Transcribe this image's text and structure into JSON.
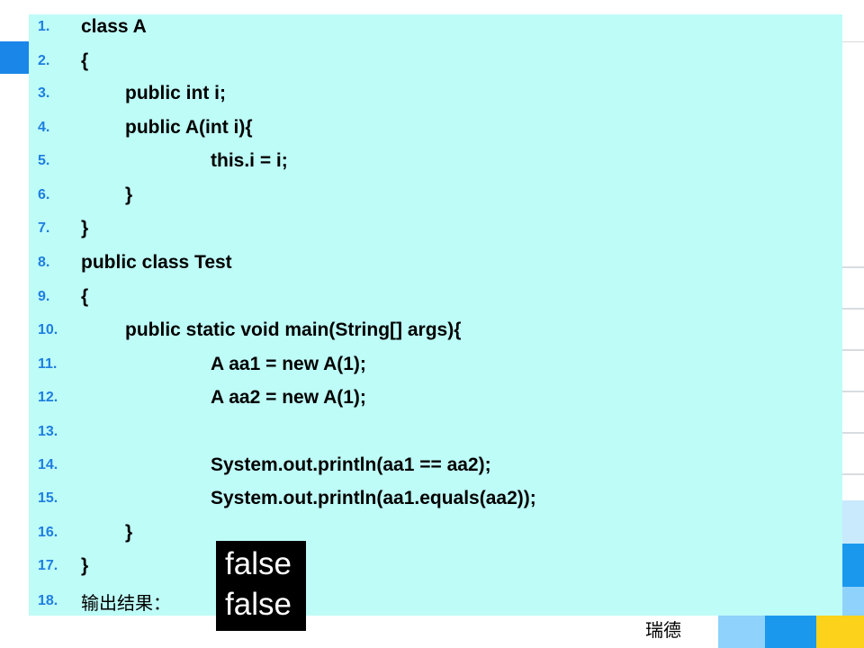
{
  "code": {
    "lines": [
      {
        "num": "1.",
        "text": "class A"
      },
      {
        "num": "2.",
        "text": "{"
      },
      {
        "num": "3.",
        "text": "public int i;"
      },
      {
        "num": "4.",
        "text": "public A(int i){"
      },
      {
        "num": "5.",
        "text": "this.i = i;"
      },
      {
        "num": "6.",
        "text": "}"
      },
      {
        "num": "7.",
        "text": "}"
      },
      {
        "num": "8.",
        "text": "public class Test"
      },
      {
        "num": "9.",
        "text": "{"
      },
      {
        "num": "10.",
        "text": "public static void main(String[] args){"
      },
      {
        "num": "11.",
        "text": "A aa1 = new A(1);"
      },
      {
        "num": "12.",
        "text": "A aa2 = new A(1);"
      },
      {
        "num": "13.",
        "text": ""
      },
      {
        "num": "14.",
        "text": "System.out.println(aa1 == aa2);"
      },
      {
        "num": "15.",
        "text": "System.out.println(aa1.equals(aa2));"
      },
      {
        "num": "16.",
        "text": "}"
      },
      {
        "num": "17.",
        "text": "}"
      },
      {
        "num": "18.",
        "text": "输出结果："
      }
    ]
  },
  "result": {
    "line1": "false",
    "line2": "false"
  },
  "footer": {
    "brand": "瑞德"
  },
  "colors": {
    "panel": "#befcf7",
    "line_numbers": "#1e7ee0",
    "accent_blue": "#1a98ee",
    "accent_light_blue": "#8fd2fb",
    "accent_yellow": "#fdd21b"
  }
}
